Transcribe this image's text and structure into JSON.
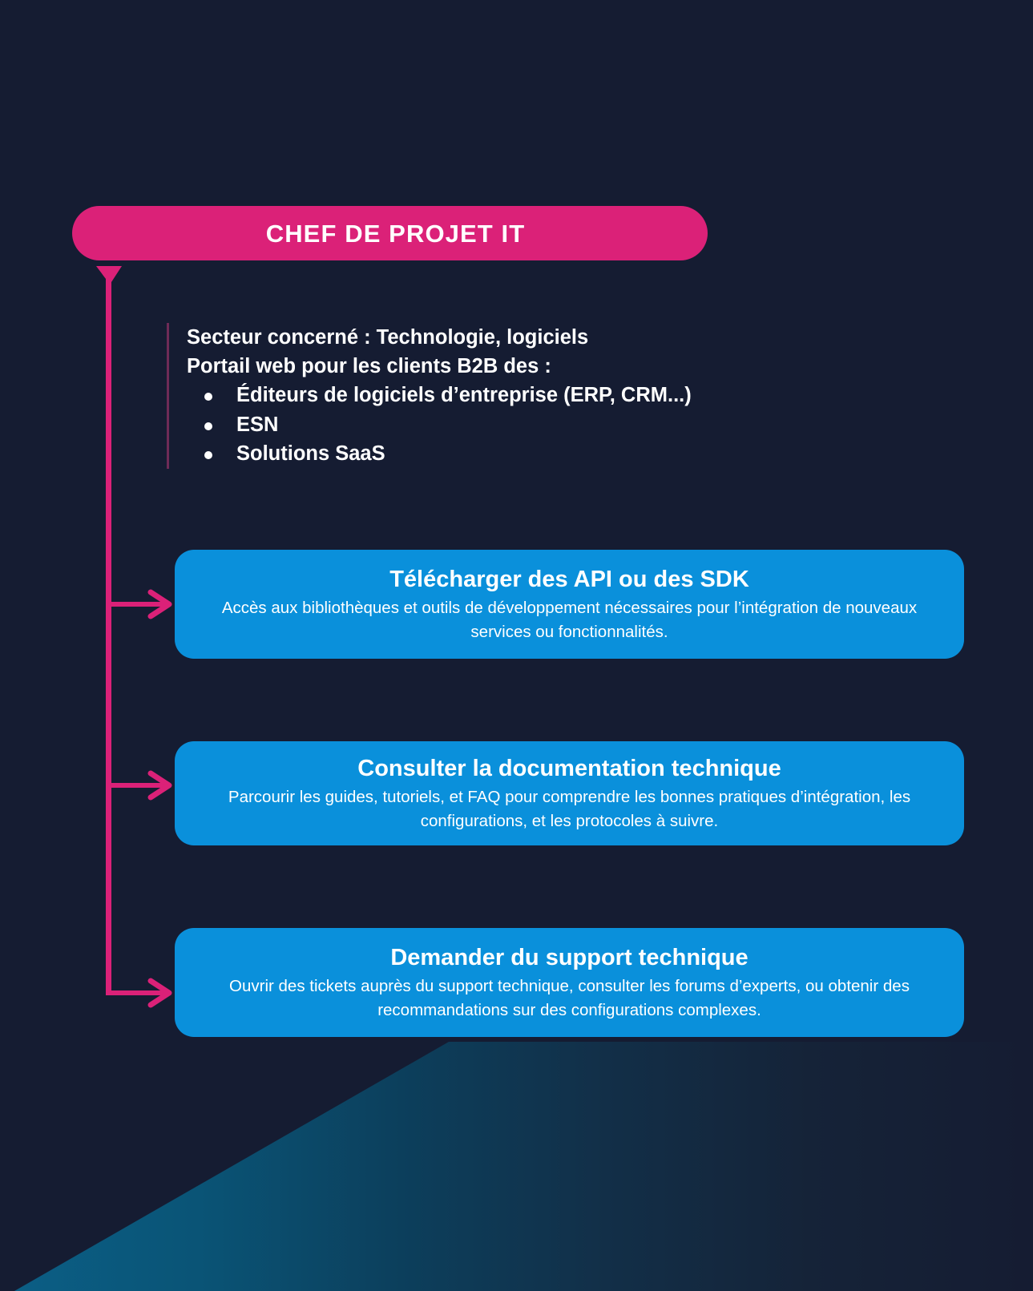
{
  "theme": {
    "background": "#151c32",
    "accent_pink": "#DB2178",
    "accent_blue": "#0A90DB",
    "wedge_teal": "#0A5A80",
    "text_light": "#ffffff",
    "divider_purple": "#6e2b57"
  },
  "header": {
    "role_title": "CHEF DE PROJET IT"
  },
  "sector": {
    "line_1": "Secteur concerné : Technologie, logiciels",
    "line_2": "Portail web pour les clients B2B des :",
    "bullets": [
      "Éditeurs de logiciels d’entreprise (ERP, CRM...)",
      "ESN",
      "Solutions SaaS"
    ]
  },
  "cards": [
    {
      "title": "Télécharger des API ou des SDK",
      "description": "Accès aux bibliothèques et outils de développement nécessaires pour l’intégration de nouveaux services ou fonctionnalités."
    },
    {
      "title": "Consulter la documentation technique",
      "description": "Parcourir les guides, tutoriels, et FAQ pour comprendre les bonnes pratiques d’intégration, les configurations, et les protocoles à suivre."
    },
    {
      "title": "Demander du support technique",
      "description": "Ouvrir des tickets auprès du support technique, consulter les forums d’experts, ou obtenir des recommandations sur des configurations complexes."
    }
  ],
  "icons": {
    "connector_arrow": "arrow-right-icon",
    "bullet": "bullet-dot-icon",
    "stem": "vertical-connector-line"
  }
}
